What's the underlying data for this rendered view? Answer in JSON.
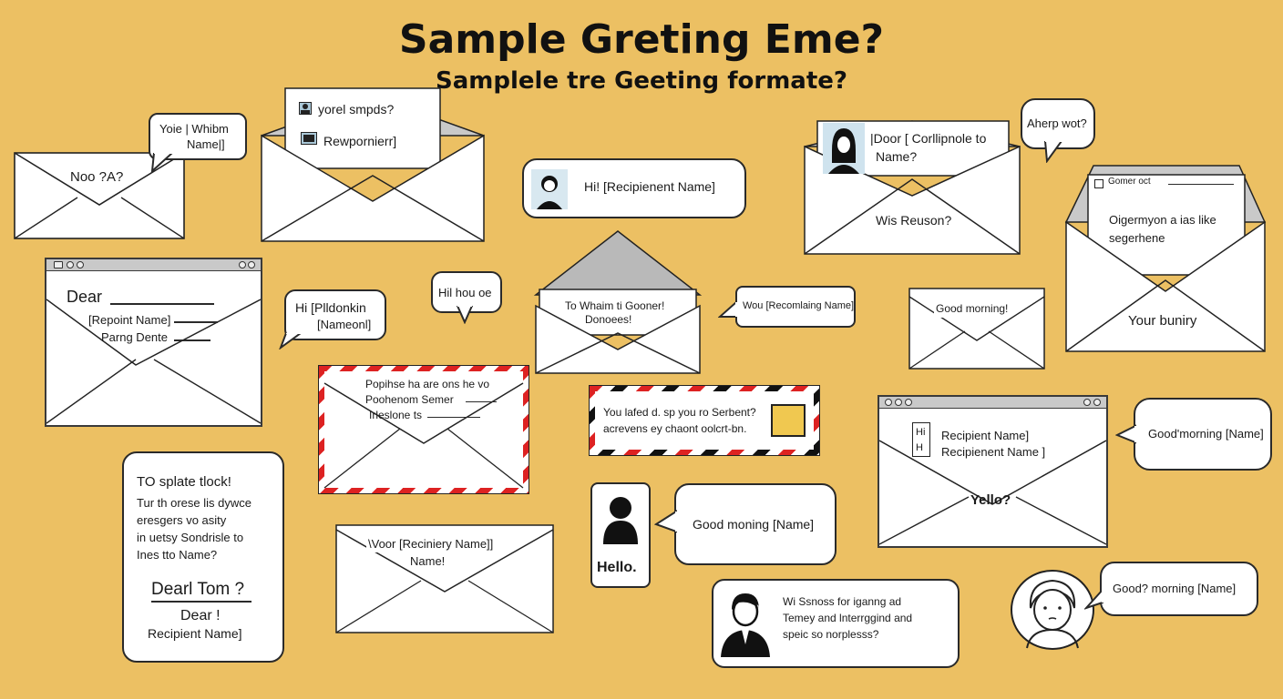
{
  "header": {
    "title": "Sample Greting Eme?",
    "subtitle": "Samplele tre Geeting formate?"
  },
  "items": {
    "env1": {
      "text": "Noo ?A?"
    },
    "bubble1": {
      "line1": "Yoie | Whibm",
      "line2": "Name|]"
    },
    "env2": {
      "card_line1": "yorel smpds?",
      "card_line2": "Rewpornierr]"
    },
    "bubble_hi": {
      "text": "Hi! [Recipienent Name]"
    },
    "env3": {
      "card_line1": "|Door [ Corllipnole to",
      "card_line2": "Name?",
      "flap_text": "Wis Reuson?"
    },
    "bubble2": {
      "text": "Aherp wot?"
    },
    "env4": {
      "card_line1": "Gomer oct",
      "line2": "Oigermyon a ias like",
      "line3": "segerhene",
      "flap_text": "Your buniry"
    },
    "win1": {
      "line1": "Dear",
      "line2": "[Repoint Name]",
      "line3": "Parng Dente"
    },
    "bubble3": {
      "line1": "Hi [Plldonkin",
      "line2": "[Nameonl]"
    },
    "bubble4": {
      "text": "Hil hou oe"
    },
    "env5": {
      "line1": "To Whaim ti Gooner!",
      "line2": "Donoees!"
    },
    "bubble5": {
      "text": "Wou [Recomlaing Name]"
    },
    "env6": {
      "text": "Good morning!"
    },
    "air1": {
      "line1": "Popihse ha are ons he vo",
      "line2": "Poohenom Semer",
      "line3": "Irleslone ts"
    },
    "air2": {
      "line1": "You lafed d. sp you ro Serbent?",
      "line2": "acrevens ey chaont oolcrt-bn."
    },
    "win2": {
      "box_line1": "Hi",
      "box_line2": "H",
      "line1": "Recipient Name]",
      "line2": "Recipienent Name ]",
      "flap_text": "Yello?"
    },
    "bubble6": {
      "text": "Good'morning [Name]"
    },
    "card1": {
      "line1": "TO splate tlock!",
      "line2": "Tur th orese lis dywce",
      "line3": "eresgers vo asity",
      "line4": "in uetsy Sondrisle to",
      "line5": "Ines tto Name?",
      "line6": "Dearl Tom ?",
      "line7": "Dear !",
      "line8": "Recipient Name]"
    },
    "env7": {
      "line1": "\\Voor [Reciniery Name]]",
      "line2": "Name!"
    },
    "person1": {
      "text": "Hello."
    },
    "bubble7": {
      "text": "Good moning [Name]"
    },
    "bubble8": {
      "line1": "Wi Ssnoss for iganng ad",
      "line2": "Temey and lnterrggind and",
      "line3": "speic so norplesss?"
    },
    "bubble9": {
      "text": "Good? morning [Name]"
    }
  }
}
